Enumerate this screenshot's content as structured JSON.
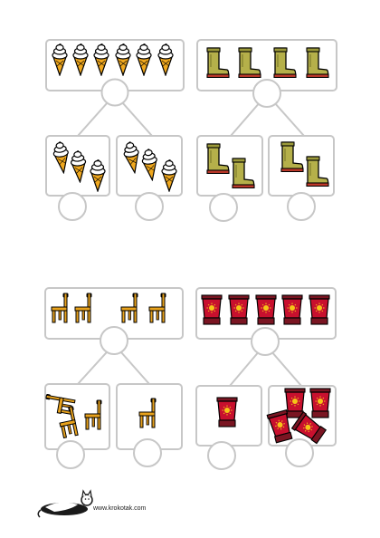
{
  "worksheet": {
    "type": "number-bond worksheet",
    "blank_circles": 12,
    "outline_color": "#c7c7c7"
  },
  "groups": [
    {
      "object_icon": "ice-cream-cone-icon",
      "total": 6,
      "parts": [
        3,
        3
      ],
      "colors": {
        "cone": "#f0a81e",
        "cream": "#ffffff"
      }
    },
    {
      "object_icon": "rubber-boot-icon",
      "total": 4,
      "parts": [
        2,
        2
      ],
      "colors": {
        "boot": "#b5b04a",
        "sole": "#c0392b"
      }
    },
    {
      "object_icon": "wooden-chair-icon",
      "total": 4,
      "parts": [
        3,
        1
      ],
      "colors": {
        "chair": "#e8a21c",
        "back_top": "#e0623a"
      }
    },
    {
      "object_icon": "sunscreen-tube-icon",
      "total": 5,
      "parts": [
        1,
        4
      ],
      "colors": {
        "tube": "#c8102e",
        "cap": "#7a1522",
        "sun": "#f5c518"
      }
    }
  ],
  "footer": {
    "logo_icon": "cat-logo-icon",
    "credit": "www.krokotak.com"
  }
}
